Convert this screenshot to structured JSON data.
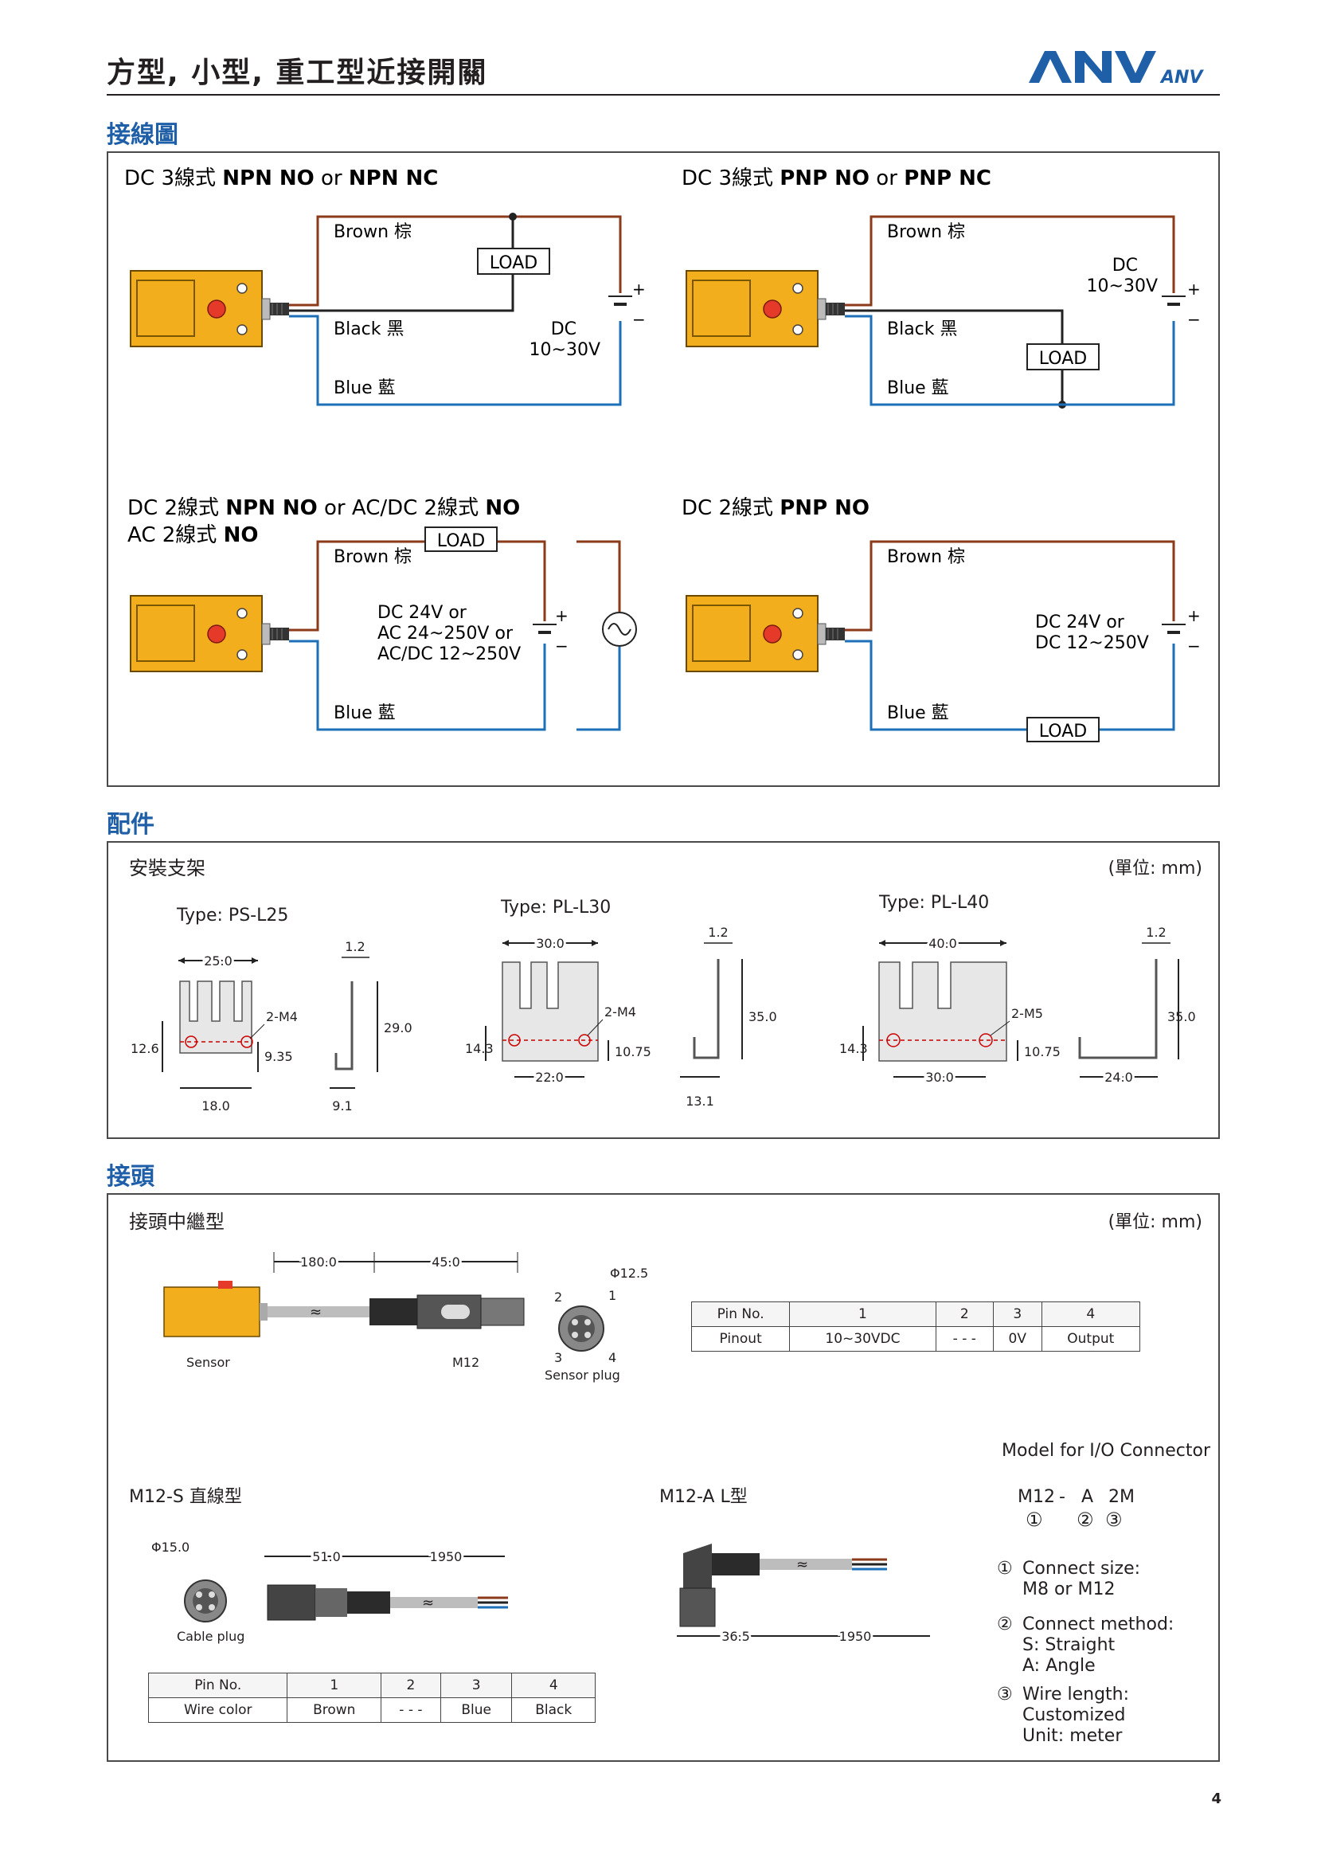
{
  "header": {
    "title": "方型, 小型, 重工型近接開關",
    "logo_text": "ANV",
    "logo_small": "ANV"
  },
  "colors": {
    "accent": "#1f5fa8",
    "sensor": "#f2ae1c",
    "brown_wire": "#8b3a1a",
    "blue_wire": "#1d6fb8"
  },
  "wiring": {
    "heading": "接線圖",
    "d1": {
      "title_pre": "DC 3線式 ",
      "title_b1": "NPN NO",
      "title_mid": " or ",
      "title_b2": "NPN NC",
      "brown": "Brown 棕",
      "black": "Black 黑",
      "blue": "Blue 藍",
      "load": "LOAD",
      "dc1": "DC",
      "dc2": "10~30V",
      "plus": "+",
      "minus": "−"
    },
    "d2": {
      "title_pre": "DC 3線式 ",
      "title_b1": "PNP NO",
      "title_mid": " or ",
      "title_b2": "PNP NC",
      "brown": "Brown 棕",
      "black": "Black 黑",
      "blue": "Blue 藍",
      "load": "LOAD",
      "dc1": "DC",
      "dc2": "10~30V",
      "plus": "+",
      "minus": "−"
    },
    "d3": {
      "title_pre": "DC 2線式 ",
      "title_b1": "NPN NO",
      "title_mid": " or AC/DC 2線式 ",
      "title_b2": "NO",
      "title2_pre": "AC 2線式 ",
      "title2_b": "NO",
      "brown": "Brown 棕",
      "blue": "Blue 藍",
      "load": "LOAD",
      "v1": "DC 24V or",
      "v2": "AC 24~250V or",
      "v3": "AC/DC 12~250V",
      "plus": "+",
      "minus": "−"
    },
    "d4": {
      "title_pre": "DC 2線式 ",
      "title_b1": "PNP NO",
      "brown": "Brown 棕",
      "blue": "Blue 藍",
      "load": "LOAD",
      "v1": "DC 24V or",
      "v2": "DC 12~250V",
      "plus": "+",
      "minus": "−"
    }
  },
  "accessories": {
    "heading": "配件",
    "subtitle": "安裝支架",
    "unit": "(單位: mm)",
    "b1": {
      "type": "Type: PS-L25",
      "w": "25.0",
      "t": "1.2",
      "h": "29.0",
      "hole": "2-M4",
      "h2": "12.6",
      "h3": "9.35",
      "base": "18.0",
      "depth": "9.1"
    },
    "b2": {
      "type": "Type: PL-L30",
      "w": "30.0",
      "t": "1.2",
      "h": "35.0",
      "hole": "2-M4",
      "h2": "14.3",
      "h3": "10.75",
      "base": "22.0",
      "depth": "13.1"
    },
    "b3": {
      "type": "Type: PL-L40",
      "w": "40.0",
      "t": "1.2",
      "h": "35.0",
      "hole": "2-M5",
      "h2": "14.3",
      "h3": "10.75",
      "base": "30.0",
      "depth": "24.0"
    }
  },
  "connector": {
    "heading": "接頭",
    "subtitle": "接頭中繼型",
    "unit": "(單位: mm)",
    "d180": "180.0",
    "d45": "45.0",
    "sensor": "Sensor",
    "m12": "M12",
    "plug_dia": "Φ12.5",
    "plug_label": "Sensor plug",
    "p1": "1",
    "p2": "2",
    "p3": "3",
    "p4": "4",
    "pinout_table": {
      "headers": [
        "Pin No.",
        "1",
        "2",
        "3",
        "4"
      ],
      "row": [
        "Pinout",
        "10~30VDC",
        "- - -",
        "0V",
        "Output"
      ]
    },
    "model_title": "Model for I/O Connector",
    "model_code": {
      "a": "M12",
      "dash1": "-",
      "b": "A",
      "c": "2M",
      "n1": "①",
      "n2": "②",
      "n3": "③"
    },
    "model_notes": [
      {
        "num": "①",
        "l1": "Connect size:",
        "l2": "M8 or M12"
      },
      {
        "num": "②",
        "l1": "Connect method:",
        "l2": "S: Straight",
        "l3": "A: Angle"
      },
      {
        "num": "③",
        "l1": "Wire length:",
        "l2": "Customized",
        "l3": "Unit: meter"
      }
    ],
    "m12s": {
      "title": "M12-S  直線型",
      "dia": "Φ15.0",
      "d1": "51.0",
      "d2": "1950",
      "cable_plug": "Cable plug"
    },
    "m12a": {
      "title": "M12-A  L型",
      "d1": "36.5",
      "d2": "1950"
    },
    "wire_table": {
      "headers": [
        "Pin No.",
        "1",
        "2",
        "3",
        "4"
      ],
      "row": [
        "Wire color",
        "Brown",
        "- - -",
        "Blue",
        "Black"
      ]
    }
  },
  "page_number": "4"
}
